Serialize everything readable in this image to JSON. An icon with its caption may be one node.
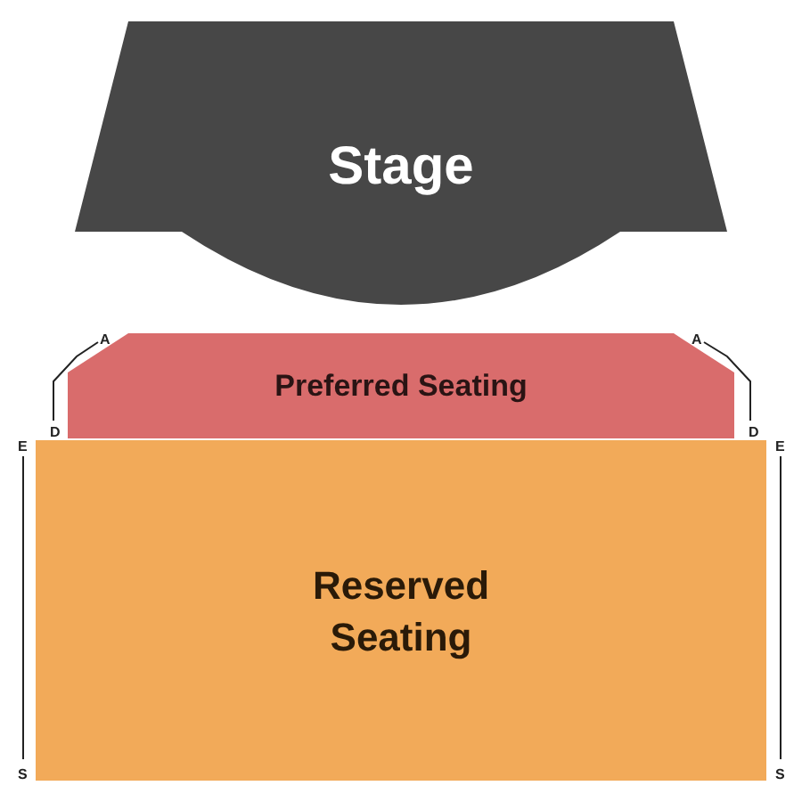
{
  "diagram": {
    "nodes": [
      {
        "text": [
          "Stage"
        ]
      },
      {
        "text": [
          "Preferred Seating"
        ]
      },
      {
        "text": [
          "Reserved Seating"
        ]
      }
    ],
    "labels": [
      "A",
      "A",
      "D",
      "D",
      "E",
      "E",
      "S",
      "S"
    ]
  }
}
